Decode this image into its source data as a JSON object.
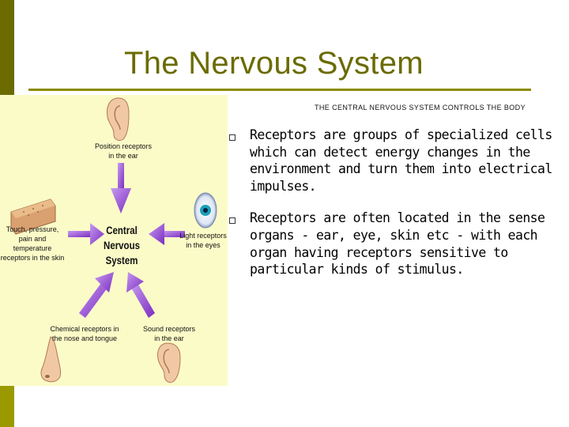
{
  "slide": {
    "title": "The Nervous System",
    "caption": "THE CENTRAL NERVOUS SYSTEM CONTROLS THE BODY"
  },
  "figure": {
    "center": [
      "Central",
      "Nervous",
      "System"
    ],
    "position": [
      "Position receptors",
      "in the ear"
    ],
    "touch": [
      "Touch, pressure,",
      "pain and temperature",
      "receptors in the skin"
    ],
    "light": [
      "Light receptors",
      "in the eyes"
    ],
    "chemical": [
      "Chemical receptors in",
      "the nose and tongue"
    ],
    "sound": [
      "Sound receptors",
      "in the ear"
    ]
  },
  "bullets": [
    {
      "text": "Receptors are groups of specialized cells which can detect energy changes in the environment and turn them into electrical impulses."
    },
    {
      "text": "Receptors are often located in the sense organs - ear, eye, skin etc - with each organ having receptors sensitive to particular kinds of stimulus."
    }
  ],
  "colors": {
    "title": "#6b6b00",
    "arrow": "#9a4ad6",
    "panel": "#fbfbc8"
  }
}
